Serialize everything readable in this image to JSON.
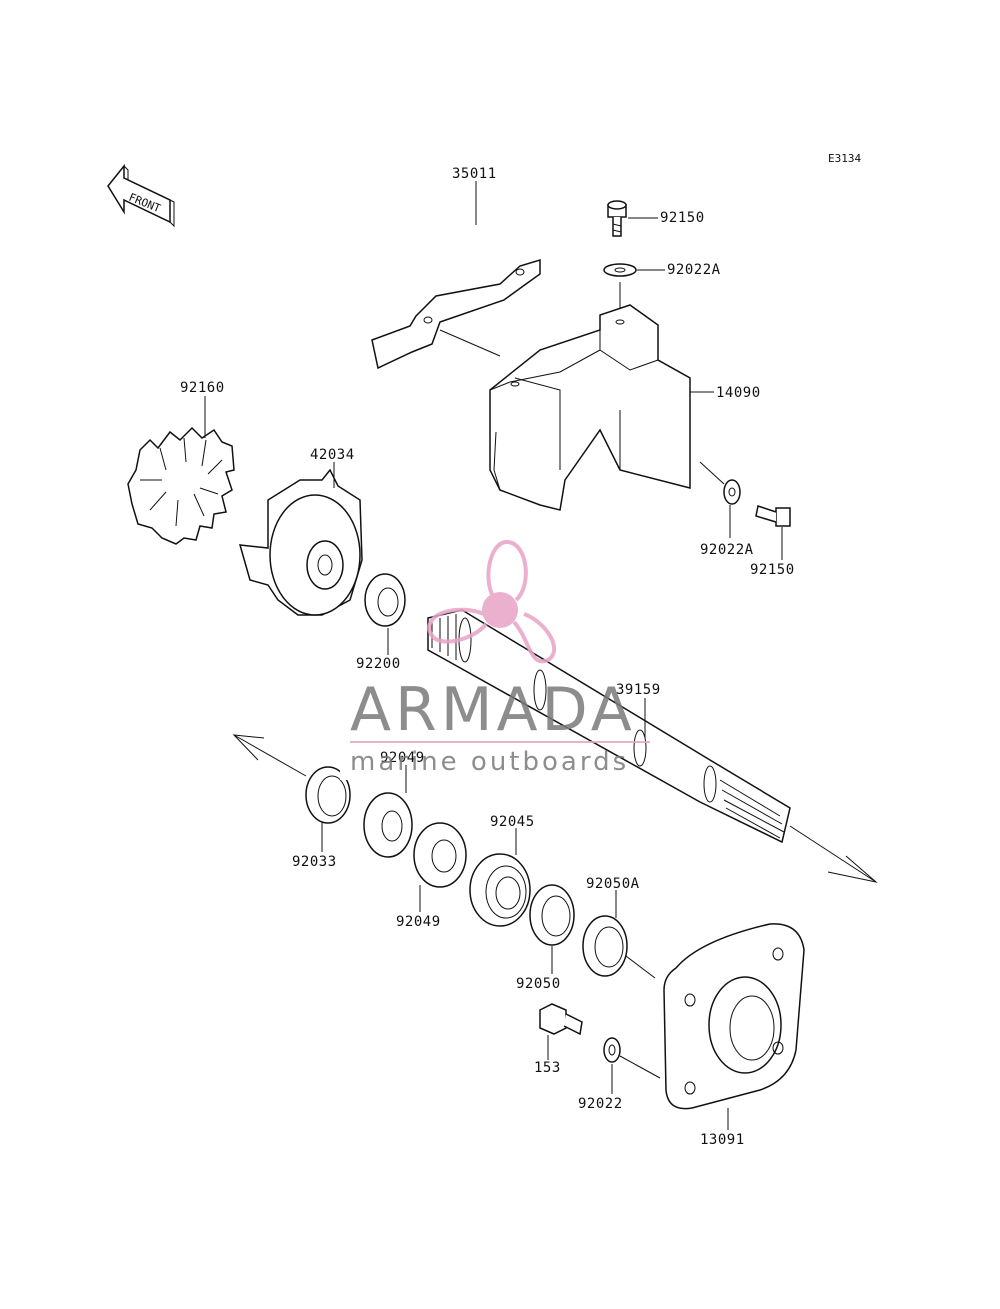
{
  "diagram_code": "E3134",
  "front_label": "FRONT",
  "parts": [
    {
      "id": "p35011",
      "label": "35011"
    },
    {
      "id": "p92150a",
      "label": "92150"
    },
    {
      "id": "p92022Aa",
      "label": "92022A"
    },
    {
      "id": "p14090",
      "label": "14090"
    },
    {
      "id": "p92022Ab",
      "label": "92022A"
    },
    {
      "id": "p92150b",
      "label": "92150"
    },
    {
      "id": "p92160",
      "label": "92160"
    },
    {
      "id": "p42034",
      "label": "42034"
    },
    {
      "id": "p92200",
      "label": "92200"
    },
    {
      "id": "p39159",
      "label": "39159"
    },
    {
      "id": "p92049a",
      "label": "92049"
    },
    {
      "id": "p92033",
      "label": "92033"
    },
    {
      "id": "p92049b",
      "label": "92049"
    },
    {
      "id": "p92045",
      "label": "92045"
    },
    {
      "id": "p92050A",
      "label": "92050A"
    },
    {
      "id": "p92050",
      "label": "92050"
    },
    {
      "id": "p153",
      "label": "153"
    },
    {
      "id": "p92022",
      "label": "92022"
    },
    {
      "id": "p13091",
      "label": "13091"
    }
  ],
  "watermark": {
    "brand": "ARMADA",
    "tagline": "marine outboards",
    "accent_color": "#e7a3c6",
    "text_color": "#7a7a7a"
  }
}
